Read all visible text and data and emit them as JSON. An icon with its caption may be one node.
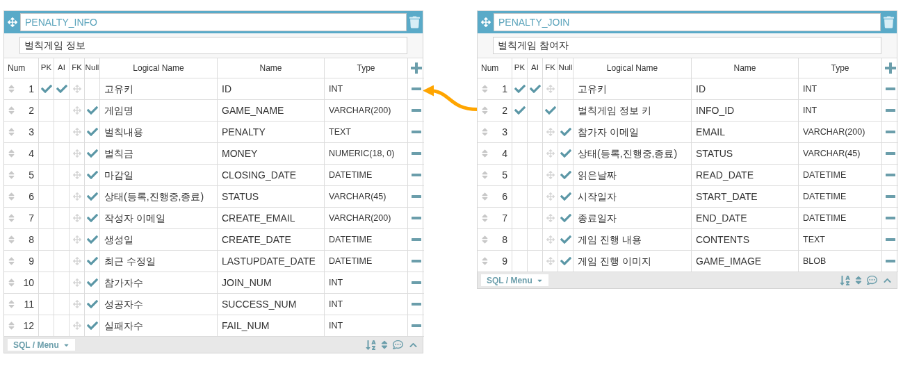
{
  "diagram": {
    "nodes": [
      {
        "text": [
          "PENALTY_INFO",
          "벌칙게임 정보",
          "Num",
          "PK",
          "AI",
          "FK",
          "Null",
          "Logical Name",
          "Name",
          "Type",
          "SQL / Menu"
        ]
      },
      {
        "text": [
          "1",
          "고유키",
          "ID",
          "INT"
        ],
        "in": 0
      },
      {
        "text": [
          "2",
          "게임명",
          "GAME_NAME",
          "VARCHAR(200)"
        ],
        "in": 0
      },
      {
        "text": [
          "3",
          "벌칙내용",
          "PENALTY",
          "TEXT"
        ],
        "in": 0
      },
      {
        "text": [
          "4",
          "벌칙금",
          "MONEY",
          "NUMERIC(18, 0)"
        ],
        "in": 0
      },
      {
        "text": [
          "5",
          "마감일",
          "CLOSING_DATE",
          "DATETIME"
        ],
        "in": 0
      },
      {
        "text": [
          "6",
          "상태(등록,진행중,종료)",
          "STATUS",
          "VARCHAR(45)"
        ],
        "in": 0
      },
      {
        "text": [
          "7",
          "작성자 이메일",
          "CREATE_EMAIL",
          "VARCHAR(200)"
        ],
        "in": 0
      },
      {
        "text": [
          "8",
          "생성일",
          "CREATE_DATE",
          "DATETIME"
        ],
        "in": 0
      },
      {
        "text": [
          "9",
          "최근 수정일",
          "LASTUPDATE_DATE",
          "DATETIME"
        ],
        "in": 0
      },
      {
        "text": [
          "10",
          "참가자수",
          "JOIN_NUM",
          "INT"
        ],
        "in": 0
      },
      {
        "text": [
          "11",
          "성공자수",
          "SUCCESS_NUM",
          "INT"
        ],
        "in": 0
      },
      {
        "text": [
          "12",
          "실패자수",
          "FAIL_NUM",
          "INT"
        ],
        "in": 0
      },
      {
        "text": [
          "PENALTY_JOIN",
          "벌칙게임 참여자",
          "Num",
          "PK",
          "AI",
          "FK",
          "Null",
          "Logical Name",
          "Name",
          "Type",
          "SQL / Menu"
        ]
      },
      {
        "text": [
          "1",
          "고유키",
          "ID",
          "INT"
        ],
        "in": 13
      },
      {
        "text": [
          "2",
          "벌칙게임 정보 키",
          "INFO_ID",
          "INT"
        ],
        "in": 13
      },
      {
        "text": [
          "3",
          "참가자 이메일",
          "EMAIL",
          "VARCHAR(200)"
        ],
        "in": 13
      },
      {
        "text": [
          "4",
          "상태(등록,진행중,종료)",
          "STATUS",
          "VARCHAR(45)"
        ],
        "in": 13
      },
      {
        "text": [
          "5",
          "읽은날짜",
          "READ_DATE",
          "DATETIME"
        ],
        "in": 13
      },
      {
        "text": [
          "6",
          "시작일자",
          "START_DATE",
          "DATETIME"
        ],
        "in": 13
      },
      {
        "text": [
          "7",
          "종료일자",
          "END_DATE",
          "DATETIME"
        ],
        "in": 13
      },
      {
        "text": [
          "8",
          "게임 진행 내용",
          "CONTENTS",
          "TEXT"
        ],
        "in": 13
      },
      {
        "text": [
          "9",
          "게임 진행 이미지",
          "GAME_IMAGE",
          "BLOB"
        ],
        "in": 13
      }
    ],
    "edges": [
      {
        "from": 15,
        "to": 1,
        "arrow": "to",
        "color": "#ffa500"
      }
    ]
  }
}
